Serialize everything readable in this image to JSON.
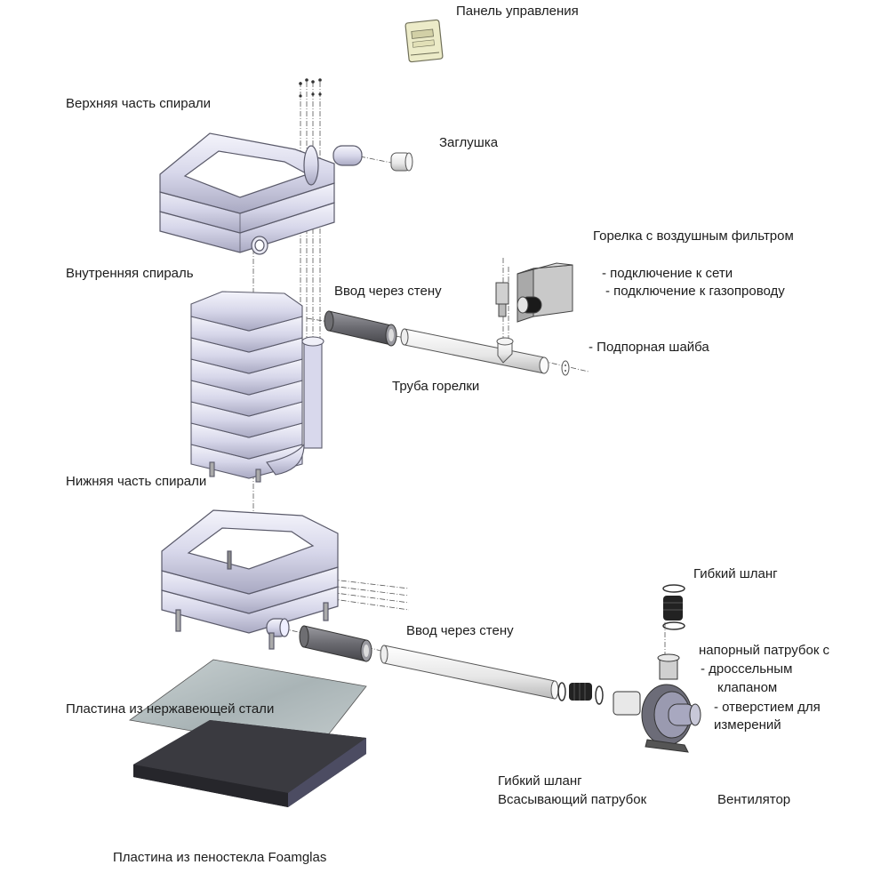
{
  "title": "Exploded view of heat exchanger assembly",
  "colors": {
    "coil_fill": "#d8d8ec",
    "coil_stroke": "#5a5a6a",
    "sleeve_dark": "#6e6e72",
    "pipe_light": "#ececec",
    "steel_plate": "#b8c2c4",
    "foamglas_plate": "#2e2e33",
    "panel_fill": "#ecebc8",
    "burner_housing": "#c9c9c9",
    "label_text": "#1c1c1c"
  },
  "labels": {
    "control_panel": "Панель управления",
    "upper_coil": "Верхняя часть спирали",
    "plug": "Заглушка",
    "burner": "Горелка с воздушным фильтром",
    "burner_note_1": "- подключение к сети",
    "burner_note_2": "- подключение к газопроводу",
    "inner_coil": "Внутренняя спираль",
    "wall_entry_top": "Ввод через стену",
    "baffle_washer": "- Подпорная шайба",
    "burner_pipe": "Труба горелки",
    "lower_coil": "Нижняя часть спирали",
    "flex_hose_top": "Гибкий шланг",
    "wall_entry_bottom": "Ввод через стену",
    "pressure_nozzle": "напорный патрубок с",
    "pressure_note_1": "- дроссельным",
    "pressure_note_1b": "клапаном",
    "pressure_note_2": "- отверстием для",
    "pressure_note_2b": "измерений",
    "steel_plate": "Пластина из нержавеющей стали",
    "flex_hose_bottom": "Гибкий шланг",
    "suction_nozzle": "Всасывающий патрубок",
    "fan": "Вентилятор",
    "foamglas_plate": "Пластина из пеностекла Foamglas"
  }
}
